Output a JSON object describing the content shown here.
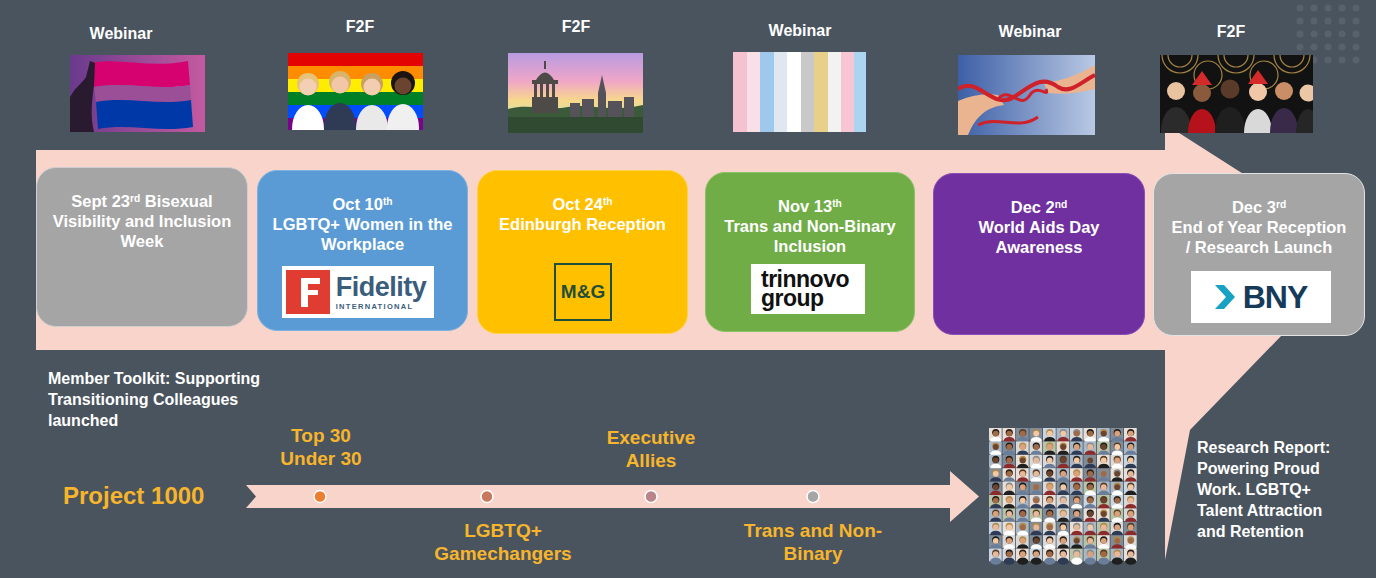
{
  "diagram": {
    "nodes": [
      {
        "text": [
          "Sept 23rd Bisexual Visibility and Inclusion Week"
        ]
      },
      {
        "text": [
          "Oct 10th",
          "LGBTQ+ Women in the Workplace"
        ]
      },
      {
        "text": [
          "Fidelity",
          "INTERNATIONAL"
        ],
        "in": 1
      },
      {
        "text": [
          "Oct 24th",
          "Edinburgh Reception"
        ]
      },
      {
        "text": [
          "M&G"
        ],
        "in": 3
      },
      {
        "text": [
          "Nov 13th",
          "Trans and Non-Binary Inclusion"
        ]
      },
      {
        "text": [
          "trinnovo group"
        ],
        "in": 5
      },
      {
        "text": [
          "Dec 2nd",
          "World Aids Day Awareness"
        ]
      },
      {
        "text": [
          "Dec 3rd",
          "End of Year Reception / Research Launch"
        ]
      },
      {
        "text": [
          "BNY"
        ],
        "in": 8
      }
    ],
    "labels": [
      "Webinar",
      "F2F",
      "F2F",
      "Webinar",
      "Webinar",
      "F2F",
      "Member Toolkit: Supporting Transitioning Colleagues launched",
      "Project 1000",
      "Top 30 Under 30",
      "LGBTQ+ Gamechangers",
      "Executive Allies",
      "Trans and Non-Binary",
      "Research Report: Powering Proud Work. LGBTQ+ Talent Attraction and Retention"
    ]
  }
}
